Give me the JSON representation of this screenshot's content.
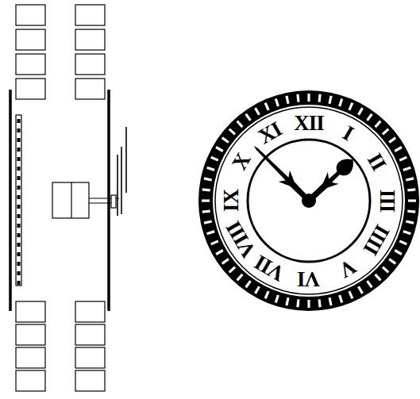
{
  "diagram": {
    "labels": [
      "XII",
      "I",
      "II",
      "III",
      "IIII",
      "V",
      "VI",
      "VII",
      "VIII",
      "IX",
      "X",
      "XI"
    ]
  }
}
